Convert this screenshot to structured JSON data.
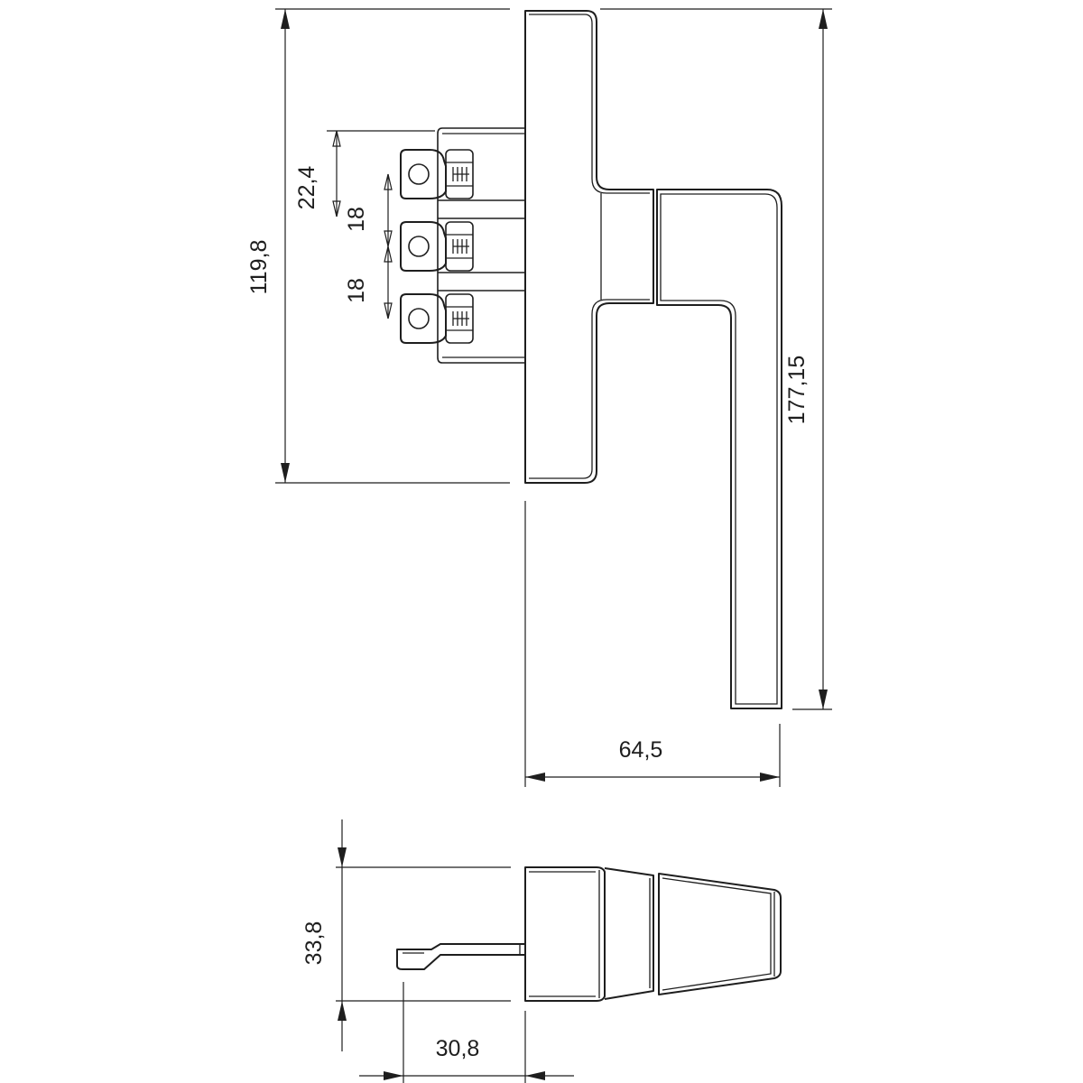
{
  "dimensions": {
    "height_total": "119,8",
    "pitch_top": "22,4",
    "pitch_middle": "18",
    "pitch_bottom": "18",
    "handle_height": "177,15",
    "handle_reach": "64,5",
    "side_depth": "33,8",
    "spindle_length": "30,8"
  },
  "colors": {
    "line": "#1e1e1e",
    "background": "#ffffff"
  }
}
